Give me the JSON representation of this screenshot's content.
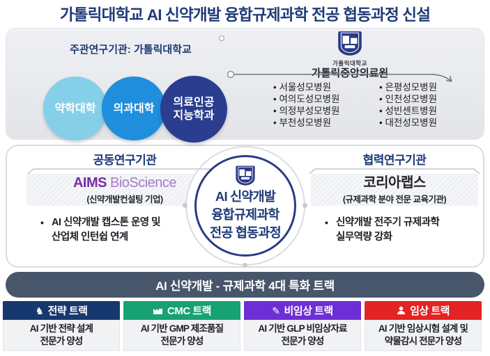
{
  "title": "가톨릭대학교 AI 신약개발 융합규제과학 전공 협동과정 신설",
  "colors": {
    "title_navy": "#1E3A78",
    "banner_slate": "#47566A",
    "center_ring_navy": "#2A3A85"
  },
  "top_panel": {
    "lead_label": "주관연구기관: 가톨릭대학교",
    "circles": [
      {
        "label": "약학대학",
        "color": "#86CFE9"
      },
      {
        "label": "의과대학",
        "color": "#1F8EDC"
      },
      {
        "label_line1": "의료인공",
        "label_line2": "지능학과",
        "color": "#2B3D8F"
      }
    ],
    "medical_center": {
      "org_small": "가톨릭대학교",
      "org_name": "가톨릭중앙의료원"
    },
    "hospitals_col1": [
      "서울성모병원",
      "여의도성모병원",
      "의정부성모병원",
      "부천성모병원"
    ],
    "hospitals_col2": [
      "은평성모병원",
      "인천성모병원",
      "성빈센트병원",
      "대전성모병원"
    ]
  },
  "middle_panel": {
    "left": {
      "header": "공동연구기관",
      "org_name_em": "AIMS",
      "org_name_rest": " BioScience",
      "org_desc": "(신약개발컨설팅 기업)",
      "bullet_mark": "•",
      "bullet_line1": "AI 신약개발 캡스톤 운영 및",
      "bullet_line2": "산업체 인턴쉽 연계"
    },
    "center": {
      "line1": "AI 신약개발",
      "line2": "융합규제과학",
      "line3": "전공 협동과정"
    },
    "right": {
      "header": "협력연구기관",
      "org_name": "코리아랩스",
      "org_desc": "(규제과학 분야 전문 교육기관)",
      "bullet_mark": "•",
      "bullet_line1": "신약개발 전주기 규제과학",
      "bullet_line2": "실무역량 강화"
    }
  },
  "banner": "AI 신약개발 - 규제과학 4대 특화 트랙",
  "tracks": [
    {
      "label": "전략 트랙",
      "color": "#17386E",
      "icon": "knight-icon",
      "body_line1": "AI 기반 전략 설계",
      "body_line2": "전문가 양성"
    },
    {
      "label": "CMC 트랙",
      "color": "#18A173",
      "icon": "factory-icon",
      "body_line1": "AI 기반 GMP 제조품질",
      "body_line2": "전문가 양성"
    },
    {
      "label": "비임상 트랙",
      "color": "#6D2ED5",
      "icon": "pen-icon",
      "body_line1": "AI 기반 GLP 비임상자료",
      "body_line2": "전문가 양성"
    },
    {
      "label": "임상 트랙",
      "color": "#E32324",
      "icon": "person-icon",
      "body_line1": "AI 기반 임상시험 설계 및",
      "body_line2": "약물감시 전문가 양성"
    }
  ]
}
